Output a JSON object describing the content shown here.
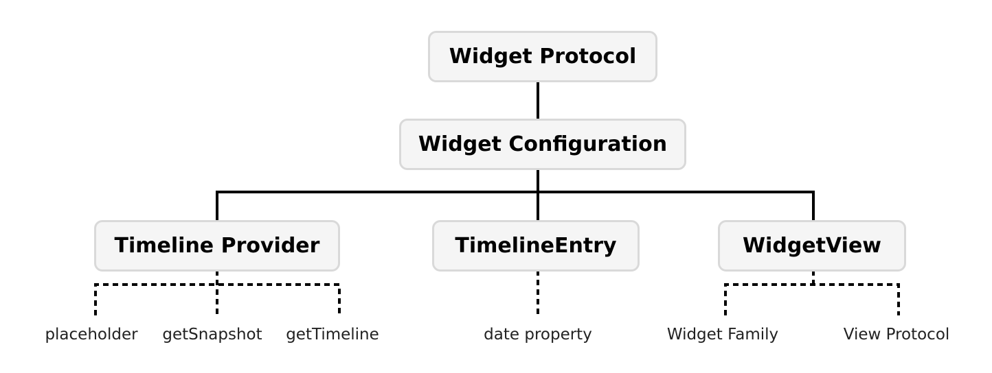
{
  "nodes": {
    "root": "Widget Protocol",
    "config": "Widget Configuration",
    "provider": "Timeline Provider",
    "entry": "TimelineEntry",
    "view": "WidgetView"
  },
  "leaves": {
    "provider": [
      "placeholder",
      "getSnapshot",
      "getTimeline"
    ],
    "entry": [
      "date property"
    ],
    "view": [
      "Widget Family",
      "View Protocol"
    ]
  },
  "colors": {
    "node_fill": "#f5f5f5",
    "node_border": "#d9d9d9",
    "line": "#000000"
  }
}
